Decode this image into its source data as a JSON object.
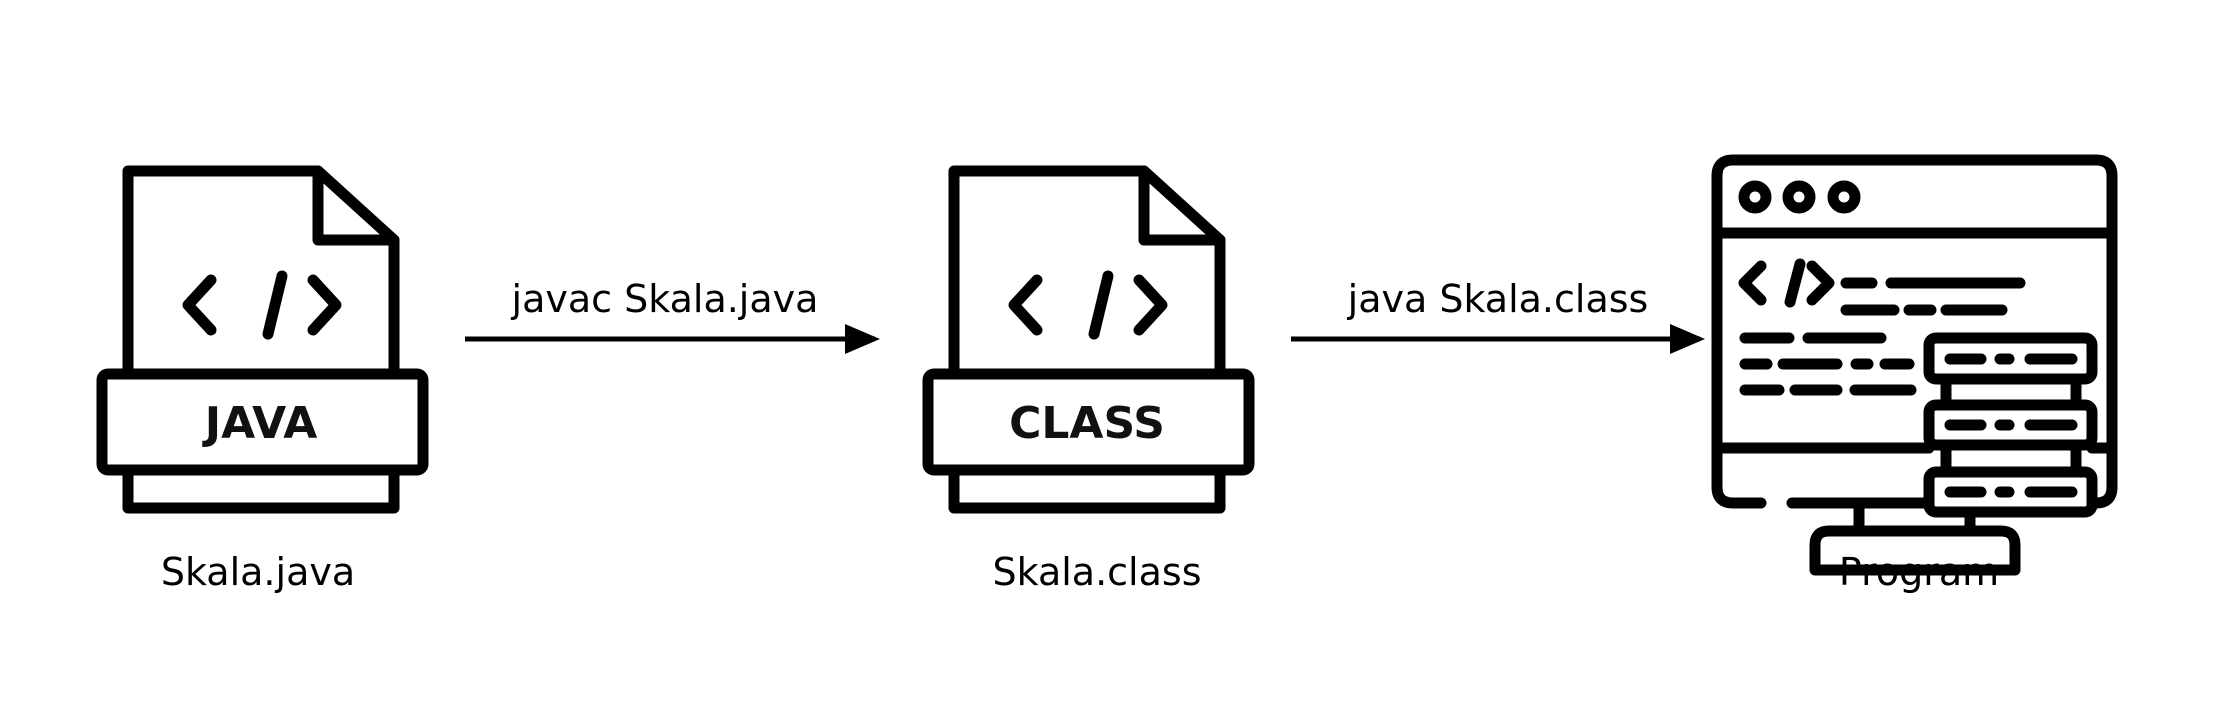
{
  "nodes": [
    {
      "id": "source",
      "band_text": "JAVA",
      "label": "Skala.java",
      "icon": "java-file-icon"
    },
    {
      "id": "bytecode",
      "band_text": "CLASS",
      "label": "Skala.class",
      "icon": "class-file-icon"
    },
    {
      "id": "program",
      "label": "Program",
      "icon": "program-monitor-server-icon"
    }
  ],
  "edges": [
    {
      "from": "source",
      "to": "bytecode",
      "label": "javac Skala.java"
    },
    {
      "from": "bytecode",
      "to": "program",
      "label": "java Skala.class"
    }
  ],
  "colors": {
    "stroke": "#000000",
    "background": "#ffffff"
  }
}
